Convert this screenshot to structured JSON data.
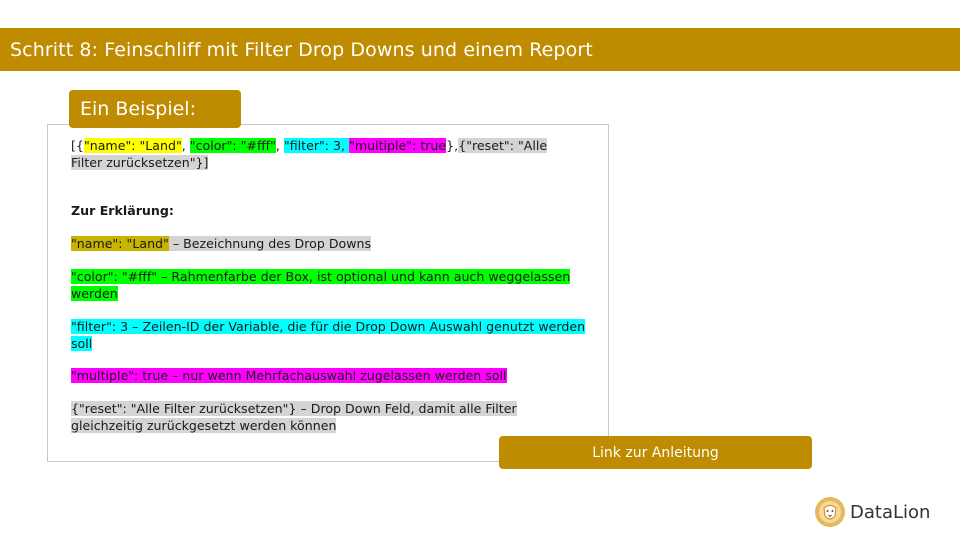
{
  "header": {
    "title": "Schritt 8: Feinschliff mit Filter Drop Downs und einem Report"
  },
  "example": {
    "label": "Ein Beispiel:",
    "code": {
      "open": "[{",
      "name_part": "\"name\": \"Land\"",
      "sep1": ", ",
      "color_part": "\"color\": \"#fff\"",
      "sep2": ", ",
      "filter_part": "\"filter\": 3, ",
      "multiple_part": "\"multiple\": true",
      "close": "},",
      "reset_part": "{\"reset\": \"Alle Filter zurücksetzen\"}]"
    },
    "explanation_heading": "Zur Erklärung:",
    "items": {
      "name": {
        "key": "\"name\": \"Land\"",
        "text": " – Bezeichnung des Drop Downs  "
      },
      "color": {
        "text": "\"color\": \"#fff\" – Rahmenfarbe der Box, ist optional und kann auch weggelassen werden"
      },
      "filter": {
        "text": "\"filter\": 3 – Zeilen-ID der Variable, die für die Drop Down Auswahl genutzt werden soll"
      },
      "multiple": {
        "text": "\"multiple\": true – nur wenn Mehrfachauswahl zugelassen werden soll"
      },
      "reset": {
        "text": "{\"reset\": \"Alle Filter zurücksetzen\"} – Drop Down Feld, damit alle Filter gleichzeitig zurückgesetzt werden können"
      }
    }
  },
  "link_button": {
    "label": "Link zur Anleitung"
  },
  "brand": {
    "name": "DataLion",
    "logo_icon": "lion-head-icon",
    "accent": "#bf8b00"
  }
}
